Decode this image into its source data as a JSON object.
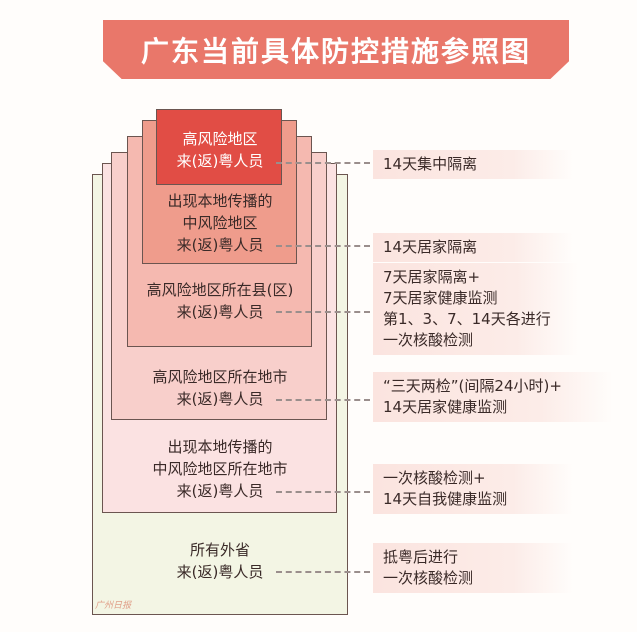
{
  "title": "广东当前具体防控措施参照图",
  "tiers": [
    {
      "lines": [
        "高风险地区",
        "来(返)粤人员"
      ],
      "measure": [
        "14天集中隔离"
      ],
      "color": "#e14d45"
    },
    {
      "lines": [
        "出现本地传播的",
        "中风险地区",
        "来(返)粤人员"
      ],
      "measure": [
        "14天居家隔离"
      ],
      "color": "#ef9c8c"
    },
    {
      "lines": [
        "高风险地区所在县(区)",
        "来(返)粤人员"
      ],
      "measure": [
        "7天居家隔离+",
        "7天居家健康监测",
        "第1、3、7、14天各进行",
        "一次核酸检测"
      ],
      "color": "#f5b9b0"
    },
    {
      "lines": [
        "高风险地区所在地市",
        "来(返)粤人员"
      ],
      "measure": [
        "“三天两检”(间隔24小时)+",
        "14天居家健康监测"
      ],
      "color": "#f8cfcb"
    },
    {
      "lines": [
        "出现本地传播的",
        "中风险地区所在地市",
        "来(返)粤人员"
      ],
      "measure": [
        "一次核酸检测+",
        "14天自我健康监测"
      ],
      "color": "#fbe2e2"
    },
    {
      "lines": [
        "所有外省",
        "来(返)粤人员"
      ],
      "measure": [
        "抵粤后进行",
        "一次核酸检测"
      ],
      "color": "#f3f5e4"
    }
  ],
  "watermark": "广州日报"
}
